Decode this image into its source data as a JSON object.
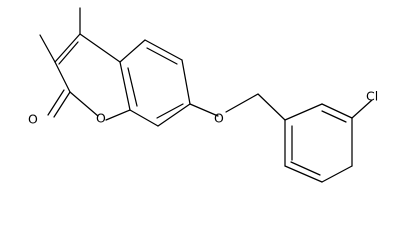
{
  "structure": {
    "atoms": {
      "carbonyl_oxygen": "O",
      "ring_oxygen": "O",
      "ether_oxygen": "O",
      "chlorine": "Cl"
    }
  },
  "colors": {
    "bond": "#000000",
    "label": "#000000",
    "background": "#ffffff"
  }
}
